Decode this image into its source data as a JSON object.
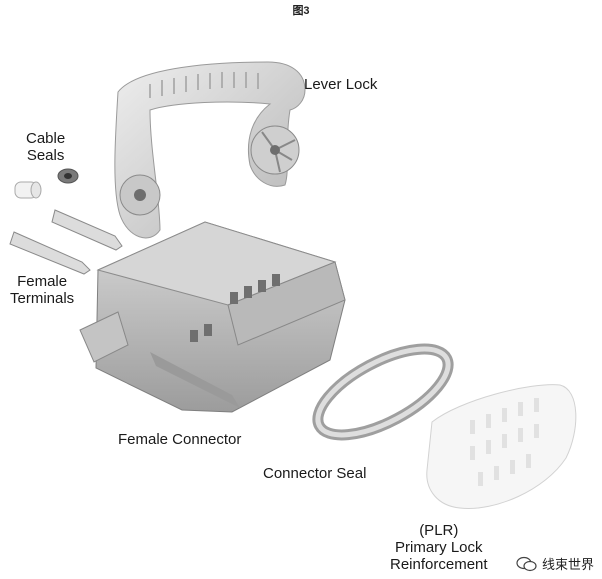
{
  "figure_title": "图3",
  "labels": {
    "lever_lock": "Lever Lock",
    "cable_seals_line1": "Cable",
    "cable_seals_line2": "Seals",
    "female_terminals_line1": "Female",
    "female_terminals_line2": "Terminals",
    "female_connector": "Female Connector",
    "connector_seal": "Connector Seal",
    "plr_line1": "(PLR)",
    "plr_line2": "Primary Lock",
    "plr_line3": "Reinforcement"
  },
  "watermark": {
    "icon": "wechat-icon",
    "text": "线束世界"
  },
  "colors": {
    "part_light": "#e4e4e4",
    "part_mid": "#c9c9c9",
    "part_dark": "#8f8f8f",
    "plr_white": "#f4f4f4"
  }
}
